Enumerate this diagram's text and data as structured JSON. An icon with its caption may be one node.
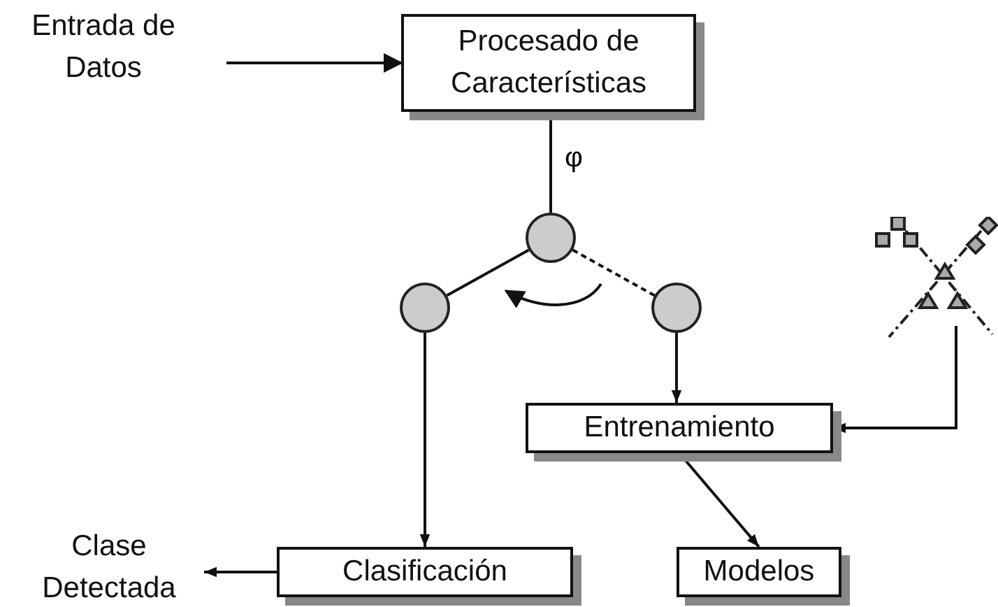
{
  "diagram": {
    "nodes": [
      {
        "text": [
          "Entrada de Datos"
        ]
      },
      {
        "text": [
          "Procesado de Características"
        ]
      },
      {
        "text": [],
        "shape": "circle"
      },
      {
        "text": [],
        "shape": "circle"
      },
      {
        "text": [],
        "shape": "circle"
      },
      {
        "text": [
          "Entrenamiento"
        ]
      },
      {
        "text": [
          "Clasificación"
        ]
      },
      {
        "text": [
          "Modelos"
        ]
      },
      {
        "text": [
          "Clase Detectada"
        ]
      },
      {
        "text": [],
        "shape": "picture"
      }
    ],
    "edges": [
      {
        "from": 0,
        "to": 1,
        "arrow": "to"
      },
      {
        "from": 1,
        "to": 2,
        "arrow": "none",
        "label": "φ"
      },
      {
        "from": 2,
        "to": 3,
        "arrow": "none"
      },
      {
        "from": 2,
        "to": 4,
        "arrow": "none",
        "style": "dashed"
      },
      {
        "from": 4,
        "to": 5,
        "arrow": "to"
      },
      {
        "from": 9,
        "to": 5,
        "arrow": "to"
      },
      {
        "from": 3,
        "to": 6,
        "arrow": "to"
      },
      {
        "from": 5,
        "to": 7,
        "arrow": "to"
      },
      {
        "from": 6,
        "to": 8,
        "arrow": "to"
      }
    ]
  }
}
